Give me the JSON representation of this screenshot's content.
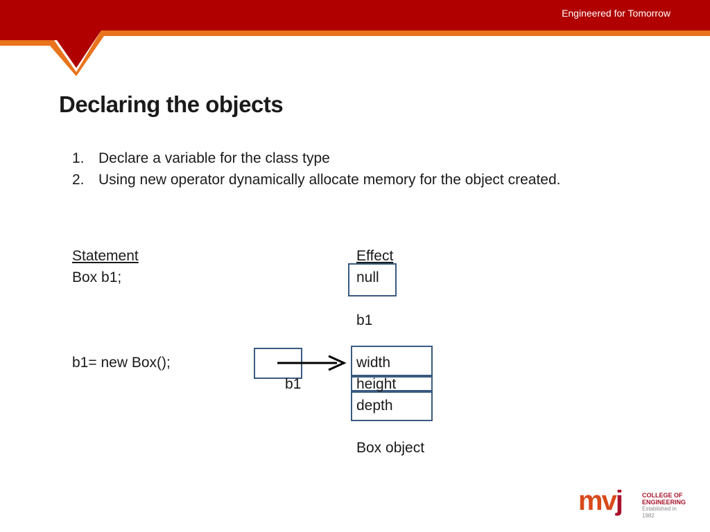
{
  "header": {
    "tagline": "Engineered for Tomorrow"
  },
  "slide": {
    "title": "Declaring the objects",
    "steps": [
      {
        "num": "1.",
        "text": "Declare a variable for the class type"
      },
      {
        "num": "2.",
        "text": "Using new operator dynamically allocate memory for the object created."
      }
    ]
  },
  "diagram": {
    "statement_header": "Statement",
    "effect_header": "Effect",
    "statement_1": "Box   b1;",
    "null_value": "null",
    "ref_label_1": "b1",
    "statement_2": "b1= new Box();",
    "ref_label_2": "b1",
    "fields": [
      "width",
      "height",
      "depth"
    ],
    "object_label": "Box  object"
  },
  "logo": {
    "mark": "mv",
    "mark_j": "j",
    "line1": "COLLEGE OF",
    "line2": "ENGINEERING",
    "line3": "Established in 1982"
  },
  "colors": {
    "banner_red": "#b00000",
    "banner_orange": "#e8731c",
    "box_border": "#3a5a80"
  }
}
